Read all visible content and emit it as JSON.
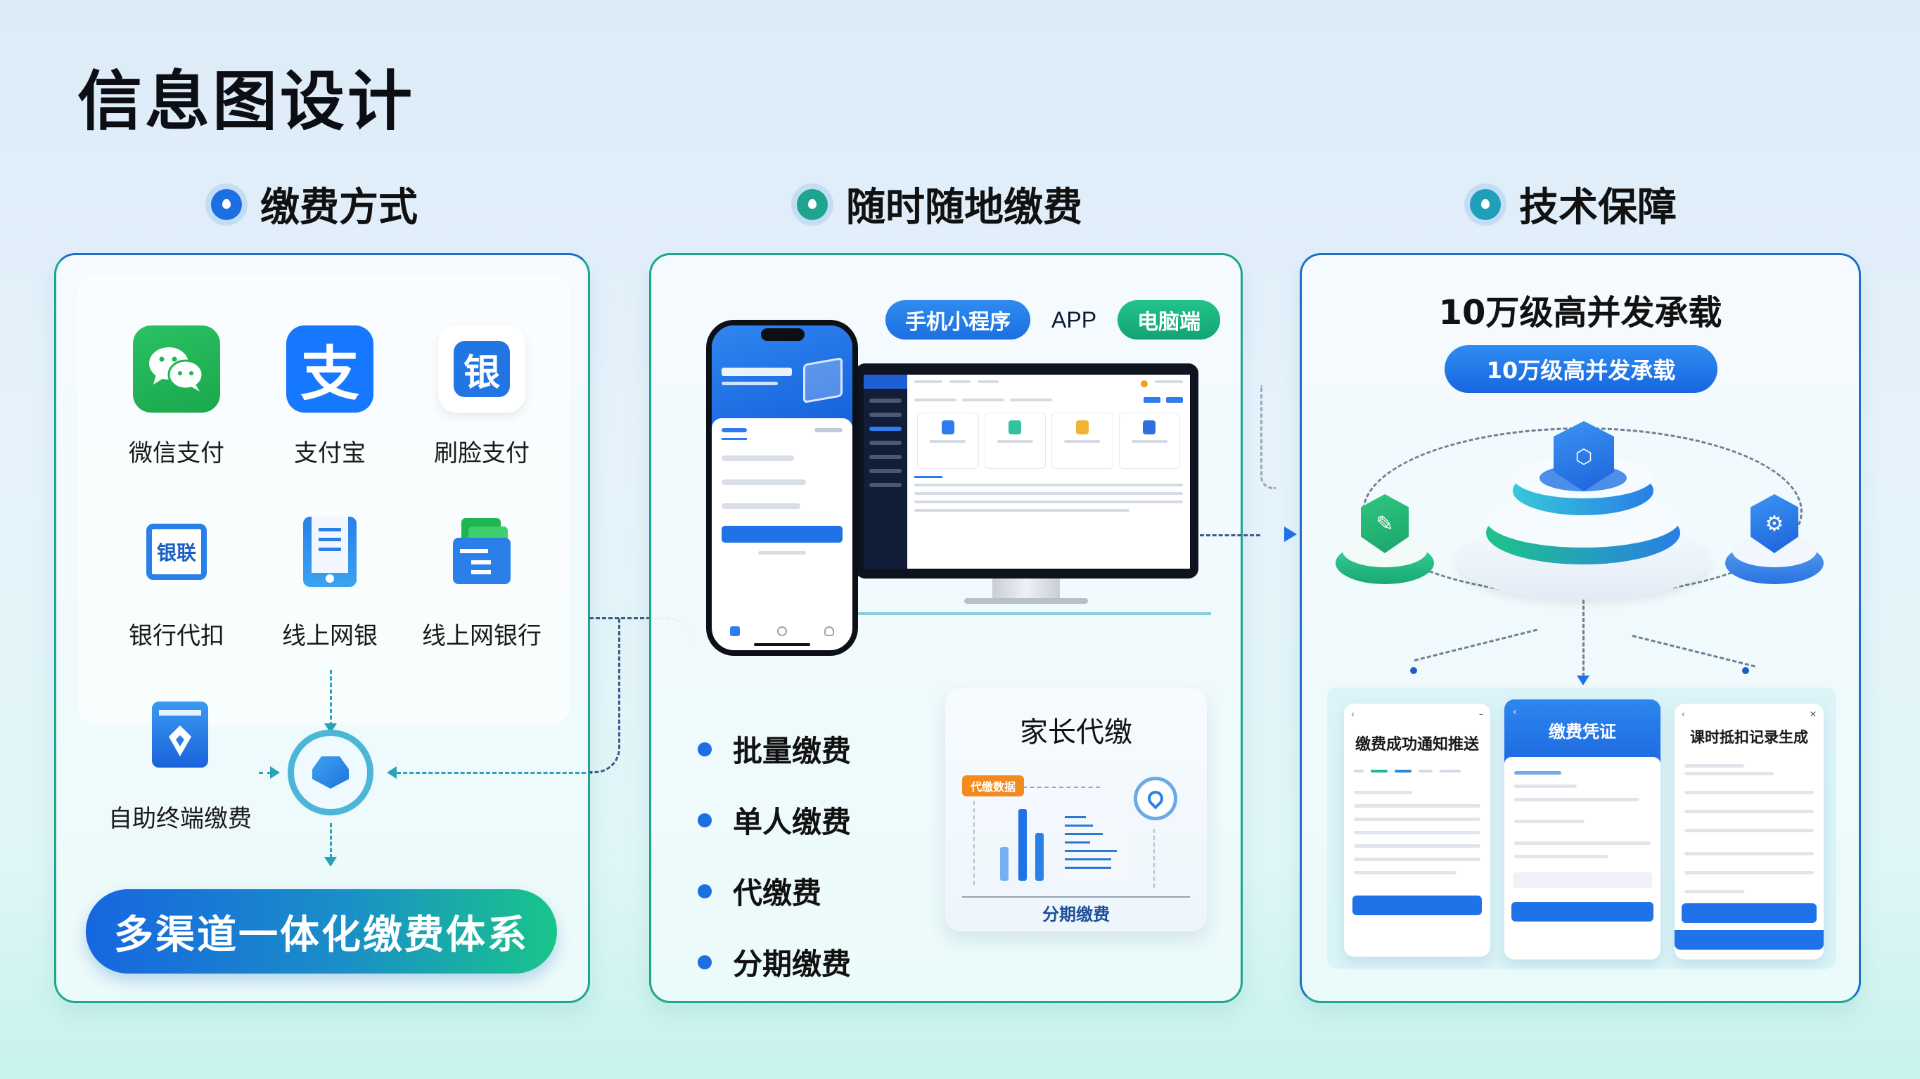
{
  "title": "信息图设计",
  "colors": {
    "primary_blue": "#1c6fe0",
    "teal": "#1fa58f",
    "green": "#19c58a",
    "orange": "#f28a1c",
    "wechat_green": "#1fb552",
    "alipay_blue": "#1677ff"
  },
  "sections": [
    {
      "id": "payment-methods",
      "heading": "缴费方式",
      "dot_color": "#1c6fe0",
      "methods": [
        {
          "label": "微信支付",
          "icon": "wechat-icon",
          "color": "#1fb552"
        },
        {
          "label": "支付宝",
          "icon": "alipay-icon",
          "glyph": "支",
          "color": "#1677ff"
        },
        {
          "label": "刷脸支付",
          "icon": "face-pay-icon",
          "glyph": "银",
          "color": "#2176e4"
        },
        {
          "label": "银行代扣",
          "icon": "bank-card-icon",
          "glyph": "银联",
          "color": "#2a80e8"
        },
        {
          "label": "线上网银",
          "icon": "mobile-bank-icon",
          "color": "#2a80e8"
        },
        {
          "label": "线上网银行",
          "icon": "wallet-icon",
          "color": "#2a80e8"
        },
        {
          "label": "自助终端缴费",
          "icon": "kiosk-icon",
          "color": "#2a80e8"
        }
      ],
      "hub_icon": "graduation-cap-icon",
      "banner": "多渠道一体化缴费体系"
    },
    {
      "id": "anytime-payment",
      "heading": "随时随地缴费",
      "dot_color": "#1fa58f",
      "channels": [
        {
          "label": "手机小程序",
          "style": "blue"
        },
        {
          "label": "APP",
          "style": "plain"
        },
        {
          "label": "电脑端",
          "style": "green"
        }
      ],
      "bullets": [
        "批量缴费",
        "单人缴费",
        "代缴费",
        "分期缴费"
      ],
      "parent_card": {
        "title": "家长代缴",
        "tag": "代缴数据",
        "footer": "分期缴费"
      }
    },
    {
      "id": "tech-guarantee",
      "heading": "技术保障",
      "dot_color": "#1fa0b8",
      "headline": "10万级高并发承载",
      "pill": "10万级高并发承载",
      "nodes": [
        {
          "icon": "edit-icon",
          "color": "green"
        },
        {
          "icon": "shield-icon",
          "color": "blue"
        },
        {
          "icon": "gear-icon",
          "color": "blue"
        }
      ],
      "cards": [
        {
          "title": "缴费成功通知推送",
          "header_style": "light"
        },
        {
          "title": "缴费凭证",
          "header_style": "blue"
        },
        {
          "title": "课时抵扣记录生成",
          "header_style": "light"
        }
      ]
    }
  ]
}
